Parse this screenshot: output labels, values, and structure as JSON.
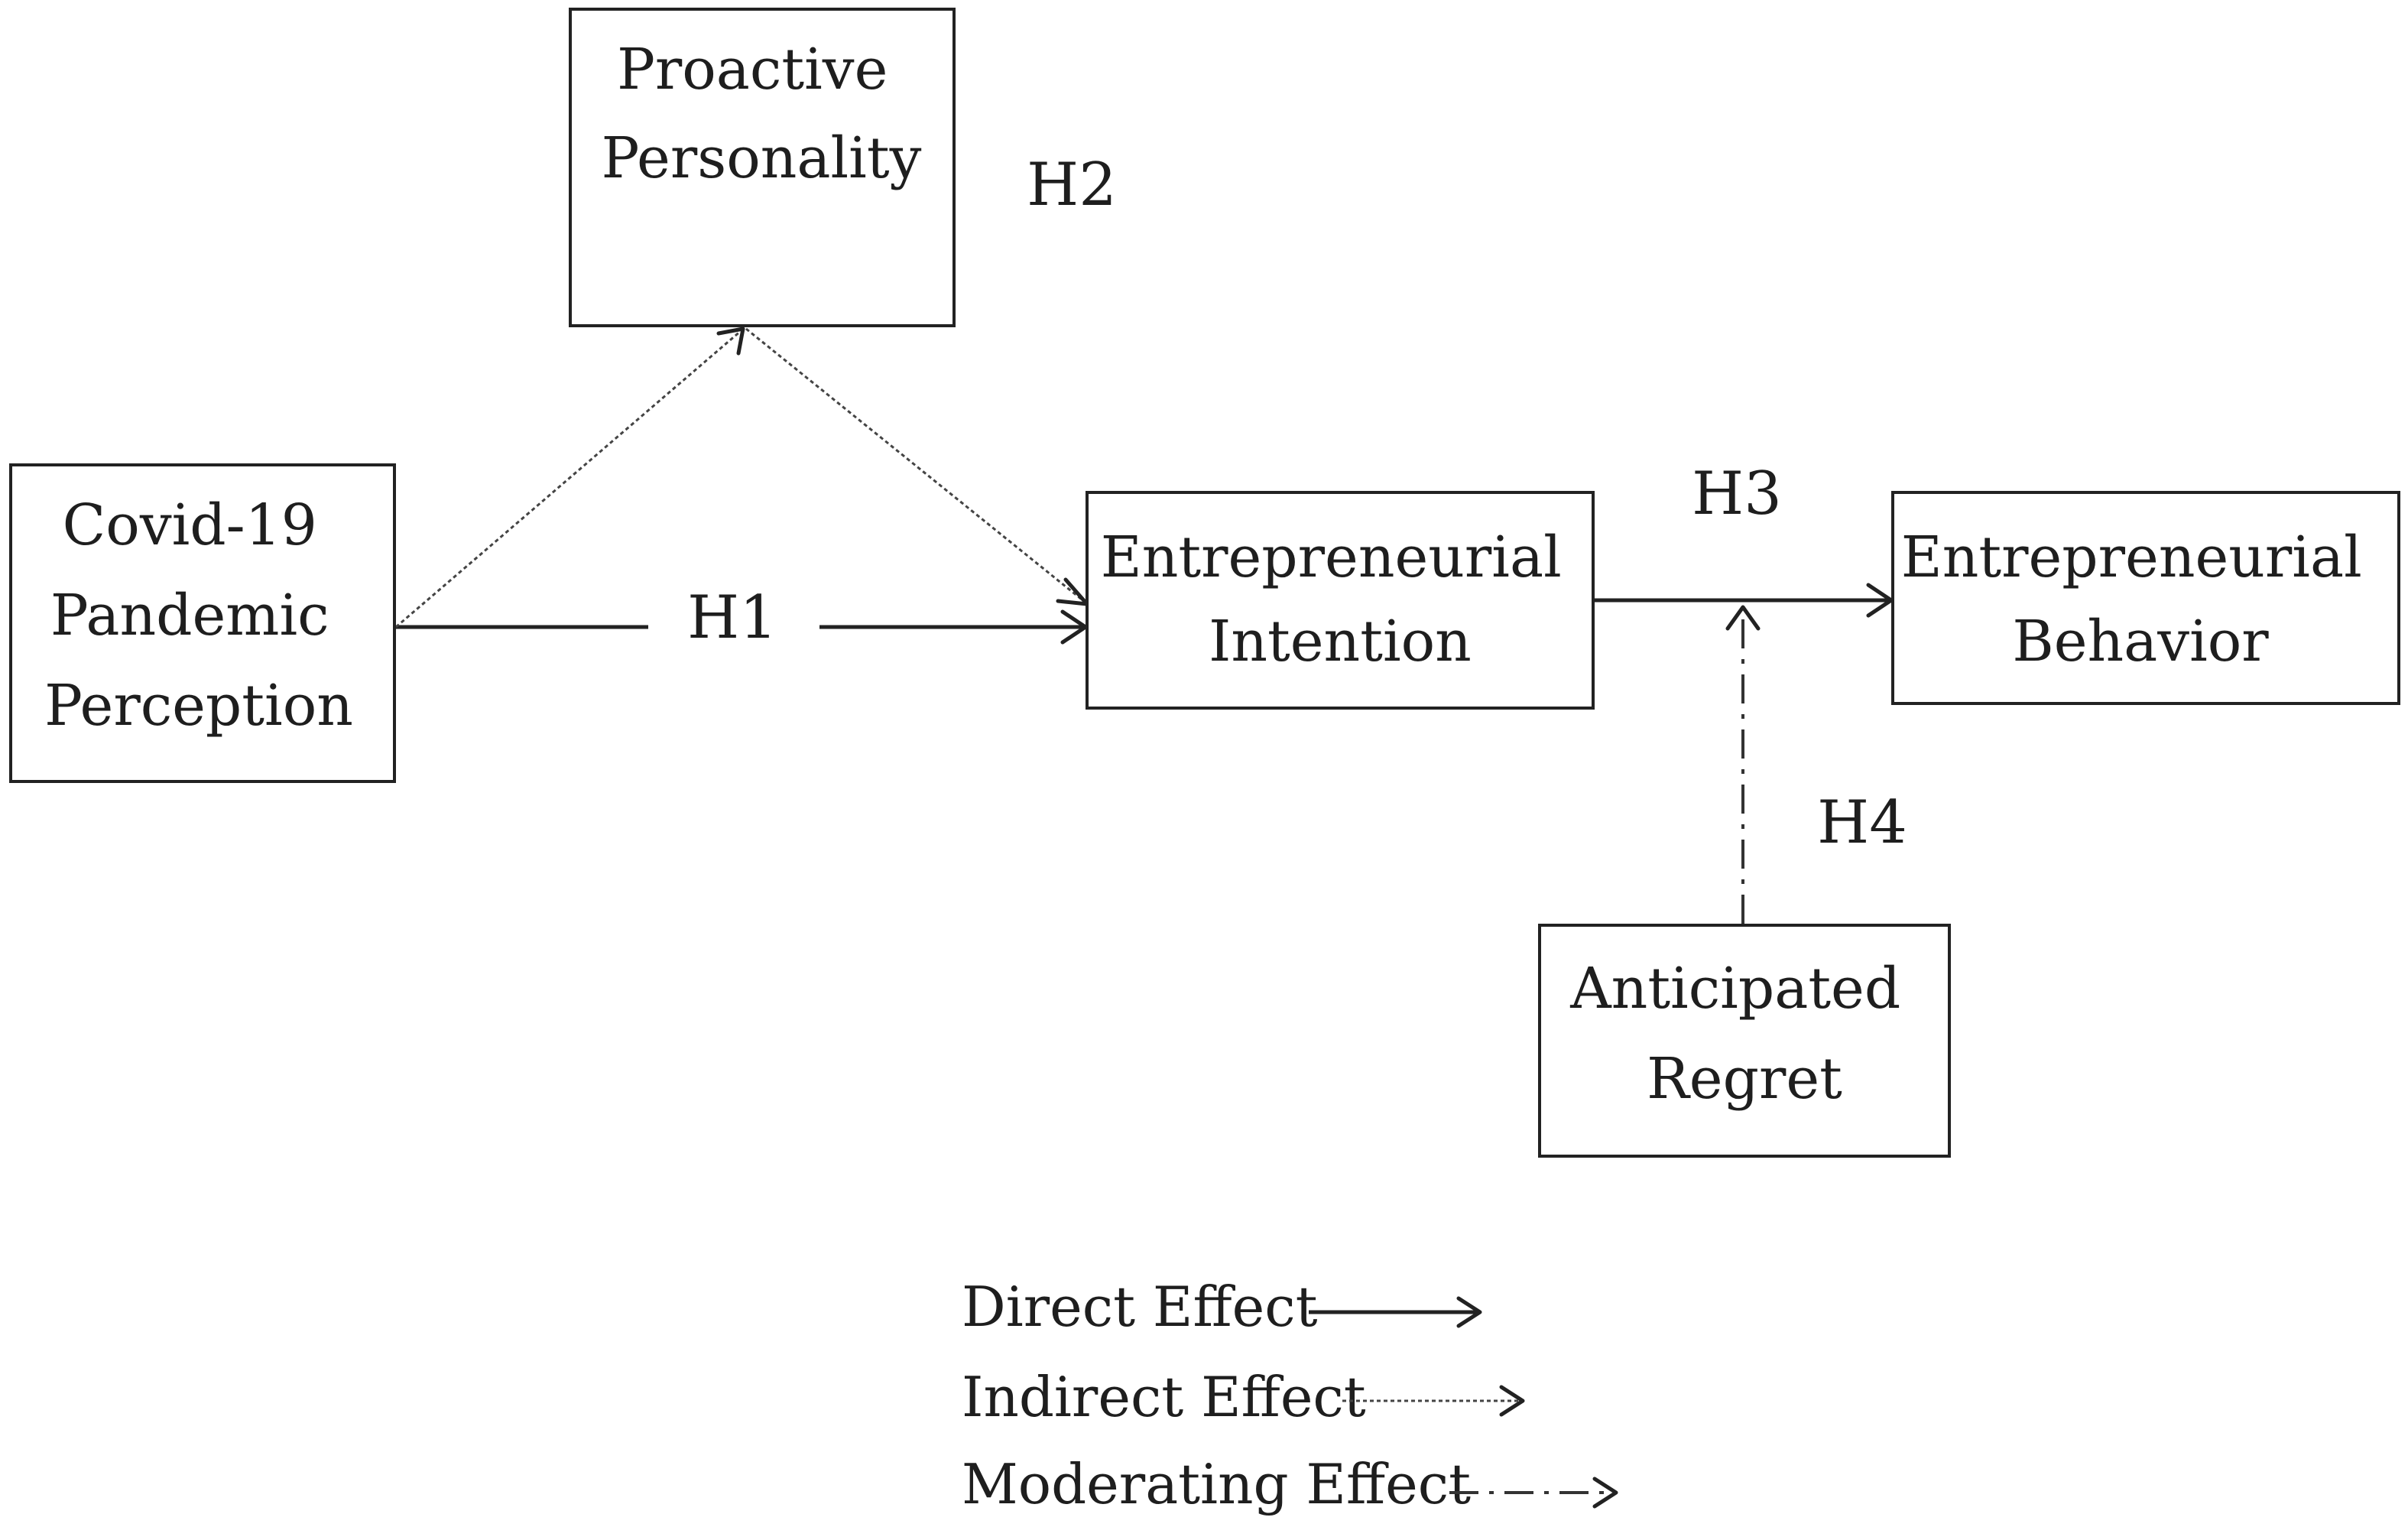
{
  "nodes": {
    "covid": {
      "lines": [
        "Covid-19",
        "Pandemic",
        "Perception"
      ]
    },
    "proactive": {
      "lines": [
        "Proactive",
        "Personality"
      ]
    },
    "intention": {
      "lines": [
        "Entrepreneurial",
        "Intention"
      ]
    },
    "behavior": {
      "lines": [
        "Entrepreneurial",
        "Behavior"
      ]
    },
    "regret": {
      "lines": [
        "Anticipated",
        "Regret"
      ]
    }
  },
  "hypotheses": {
    "h1": "H1",
    "h2": "H2",
    "h3": "H3",
    "h4": "H4"
  },
  "legend": {
    "direct": "Direct Effect",
    "indirect": "Indirect Effect",
    "moderating": "Moderating Effect"
  }
}
